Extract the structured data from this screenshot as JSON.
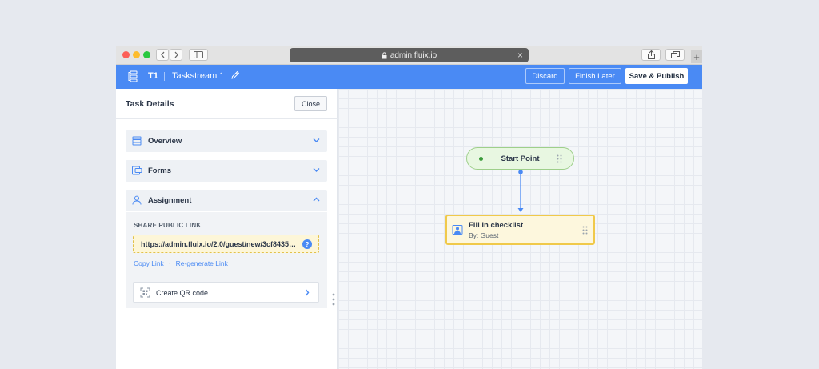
{
  "browser": {
    "url": "admin.fluix.io",
    "colors": {
      "close": "#fc5f57",
      "minimize": "#fdbc2e",
      "maximize": "#29c840"
    }
  },
  "header": {
    "task_id": "T1",
    "taskstream_name": "Taskstream 1",
    "discard_label": "Discard",
    "finish_later_label": "Finish Later",
    "save_publish_label": "Save & Publish",
    "accent": "#4a8af4"
  },
  "panel": {
    "title": "Task Details",
    "close_label": "Close",
    "sections": {
      "overview": {
        "label": "Overview",
        "icon": "layers-icon",
        "expanded": false
      },
      "forms": {
        "label": "Forms",
        "icon": "forms-icon",
        "expanded": false
      },
      "assignment": {
        "label": "Assignment",
        "icon": "user-icon",
        "expanded": true
      }
    },
    "assignment": {
      "share_label": "SHARE PUBLIC LINK",
      "link_value": "https://admin.fluix.io/2.0/guest/new/3cf8435e...",
      "help_glyph": "?",
      "copy_link_label": "Copy Link",
      "separator": "·",
      "regenerate_label": "Re-generate Link",
      "qr_label": "Create QR code"
    }
  },
  "canvas": {
    "start_node": {
      "label": "Start Point",
      "color": "#e8f7e1"
    },
    "task_node": {
      "title": "Fill in checklist",
      "subtitle": "By: Guest",
      "color": "#fdf7dd"
    }
  }
}
